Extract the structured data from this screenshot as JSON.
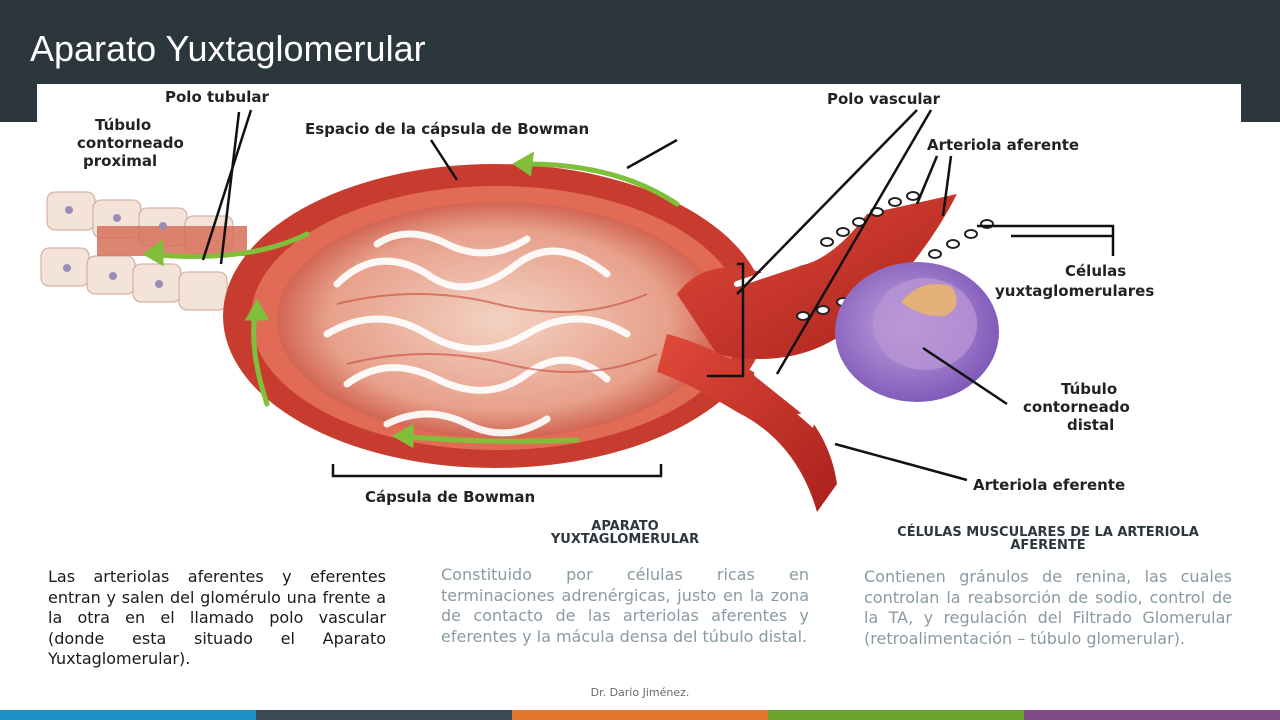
{
  "slide": {
    "title": "Aparato Yuxtaglomerular"
  },
  "diagram": {
    "labels": {
      "polo_tubular": "Polo tubular",
      "tubulo_proximal_1": "Túbulo",
      "tubulo_proximal_2": "contorneado",
      "tubulo_proximal_3": "proximal",
      "espacio_bowman": "Espacio de la cápsula de Bowman",
      "polo_vascular": "Polo vascular",
      "arteriola_aferente": "Arteriola aferente",
      "celulas_yuxta_1": "Células",
      "celulas_yuxta_2": "yuxtaglomerulares",
      "tubulo_distal_1": "Túbulo",
      "tubulo_distal_2": "contorneado",
      "tubulo_distal_3": "distal",
      "arteriola_eferente": "Arteriola eferente",
      "capsula_bowman": "Cápsula de Bowman"
    }
  },
  "columns": {
    "left": {
      "text": "Las arteriolas aferentes y eferentes entran y salen del glomérulo una frente a la otra en el llamado polo vascular (donde esta situado el Aparato Yuxtaglomerular)."
    },
    "middle": {
      "heading_line1": "APARATO",
      "heading_line2": "YUXTAGLOMERULAR",
      "text": "Constituido por células ricas en terminaciones adrenérgicas, justo en la zona de contacto de las arteriolas aferentes y eferentes y la mácula densa del túbulo distal."
    },
    "right": {
      "heading_line1": "CÉLULAS MUSCULARES DE LA ARTERIOLA",
      "heading_line2": "AFERENTE",
      "text": "Contienen gránulos de renina, las cuales controlan la reabsorción de sodio, control de la TA, y regulación del Filtrado Glomerular (retroalimentación – túbulo glomerular)."
    }
  },
  "footer": {
    "author": "Dr. Darío Jiménez."
  },
  "colors": {
    "header_bg": "#2c373d",
    "bar_blue": "#1c8fc7",
    "bar_dark": "#3a4a52",
    "bar_orange": "#e4762c",
    "bar_green": "#6aa22e",
    "bar_purple": "#7f4a86"
  }
}
